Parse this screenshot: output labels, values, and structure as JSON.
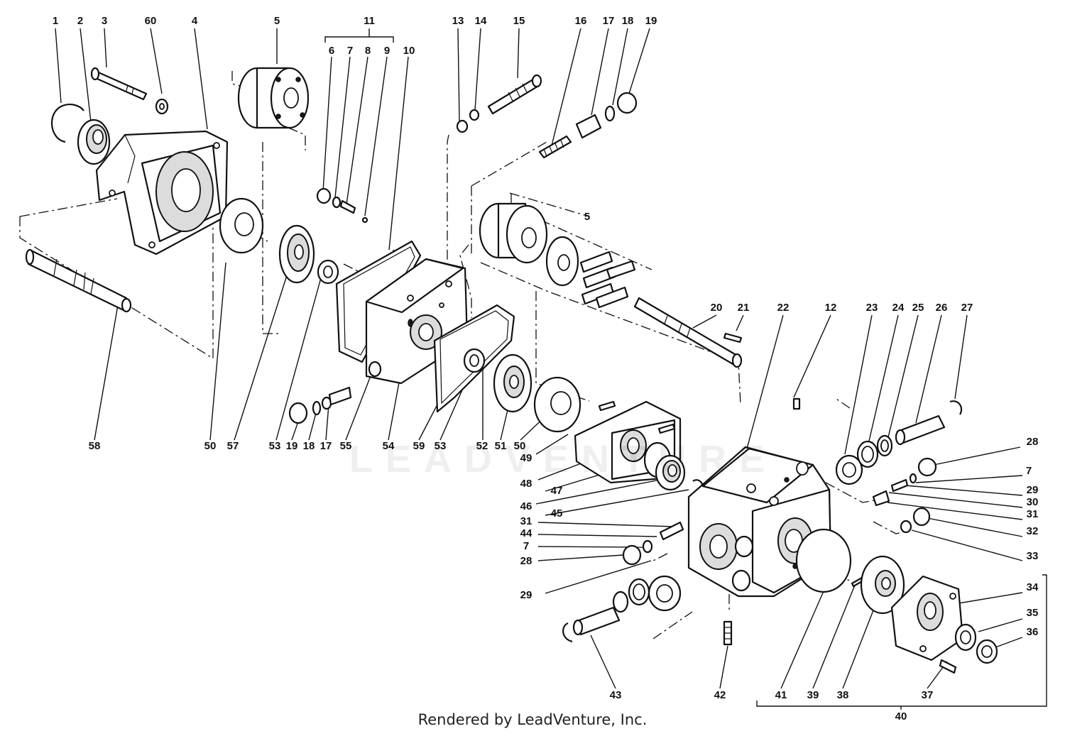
{
  "diagram": {
    "watermark": "LEADVENTURE",
    "footer": "Rendered by LeadVenture, Inc.",
    "callouts": [
      {
        "id": "c1",
        "text": "1"
      },
      {
        "id": "c2",
        "text": "2"
      },
      {
        "id": "c3",
        "text": "3"
      },
      {
        "id": "c60",
        "text": "60"
      },
      {
        "id": "c4",
        "text": "4"
      },
      {
        "id": "c5a",
        "text": "5"
      },
      {
        "id": "c11",
        "text": "11"
      },
      {
        "id": "c6",
        "text": "6"
      },
      {
        "id": "c7a",
        "text": "7"
      },
      {
        "id": "c8",
        "text": "8"
      },
      {
        "id": "c9",
        "text": "9"
      },
      {
        "id": "c10",
        "text": "10"
      },
      {
        "id": "c13",
        "text": "13"
      },
      {
        "id": "c14",
        "text": "14"
      },
      {
        "id": "c15",
        "text": "15"
      },
      {
        "id": "c16",
        "text": "16"
      },
      {
        "id": "c17a",
        "text": "17"
      },
      {
        "id": "c18a",
        "text": "18"
      },
      {
        "id": "c19a",
        "text": "19"
      },
      {
        "id": "c5b",
        "text": "5"
      },
      {
        "id": "c20",
        "text": "20"
      },
      {
        "id": "c21",
        "text": "21"
      },
      {
        "id": "c22",
        "text": "22"
      },
      {
        "id": "c12",
        "text": "12"
      },
      {
        "id": "c23",
        "text": "23"
      },
      {
        "id": "c24",
        "text": "24"
      },
      {
        "id": "c25",
        "text": "25"
      },
      {
        "id": "c26",
        "text": "26"
      },
      {
        "id": "c27",
        "text": "27"
      },
      {
        "id": "c58",
        "text": "58"
      },
      {
        "id": "c50a",
        "text": "50"
      },
      {
        "id": "c57",
        "text": "57"
      },
      {
        "id": "c53a",
        "text": "53"
      },
      {
        "id": "c19b",
        "text": "19"
      },
      {
        "id": "c18b",
        "text": "18"
      },
      {
        "id": "c17b",
        "text": "17"
      },
      {
        "id": "c55",
        "text": "55"
      },
      {
        "id": "c54",
        "text": "54"
      },
      {
        "id": "c59",
        "text": "59"
      },
      {
        "id": "c53b",
        "text": "53"
      },
      {
        "id": "c52",
        "text": "52"
      },
      {
        "id": "c51",
        "text": "51"
      },
      {
        "id": "c50b",
        "text": "50"
      },
      {
        "id": "c49",
        "text": "49"
      },
      {
        "id": "c48",
        "text": "48"
      },
      {
        "id": "c47",
        "text": "47"
      },
      {
        "id": "c46",
        "text": "46"
      },
      {
        "id": "c45",
        "text": "45"
      },
      {
        "id": "c31a",
        "text": "31"
      },
      {
        "id": "c44",
        "text": "44"
      },
      {
        "id": "c7b",
        "text": "7"
      },
      {
        "id": "c28a",
        "text": "28"
      },
      {
        "id": "c29a",
        "text": "29"
      },
      {
        "id": "c28b",
        "text": "28"
      },
      {
        "id": "c7c",
        "text": "7"
      },
      {
        "id": "c29b",
        "text": "29"
      },
      {
        "id": "c30",
        "text": "30"
      },
      {
        "id": "c31b",
        "text": "31"
      },
      {
        "id": "c32",
        "text": "32"
      },
      {
        "id": "c33",
        "text": "33"
      },
      {
        "id": "c34",
        "text": "34"
      },
      {
        "id": "c35",
        "text": "35"
      },
      {
        "id": "c36",
        "text": "36"
      },
      {
        "id": "c43",
        "text": "43"
      },
      {
        "id": "c42",
        "text": "42"
      },
      {
        "id": "c41",
        "text": "41"
      },
      {
        "id": "c39",
        "text": "39"
      },
      {
        "id": "c38",
        "text": "38"
      },
      {
        "id": "c37",
        "text": "37"
      },
      {
        "id": "c40",
        "text": "40"
      }
    ]
  }
}
